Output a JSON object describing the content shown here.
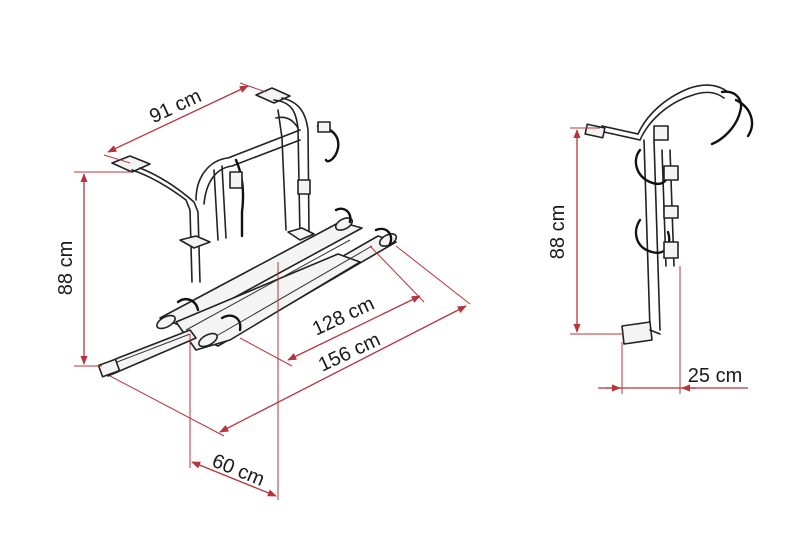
{
  "dimensions": {
    "width_label": "91 cm",
    "height_label_front": "88 cm",
    "rail_inner_label": "128 cm",
    "rail_outer_label": "156 cm",
    "depth_label": "60 cm",
    "height_label_side": "88 cm",
    "offset_label": "25 cm"
  },
  "colors": {
    "dimension_line": "#b8343c",
    "outline": "#222222"
  }
}
